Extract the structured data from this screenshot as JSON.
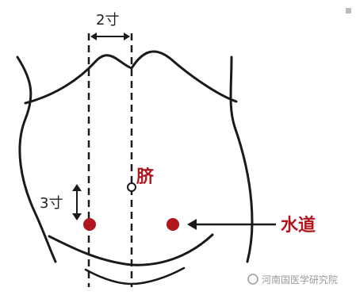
{
  "diagram": {
    "measure_top": "2寸",
    "measure_left": "3寸",
    "navel_label": "脐",
    "acupoint_label": "水道",
    "watermark": "河南国医学研究院",
    "colors": {
      "line": "#1a1a1a",
      "point": "#b0161c",
      "label_red": "#b0161c",
      "watermark": "#9a9a9a"
    }
  }
}
